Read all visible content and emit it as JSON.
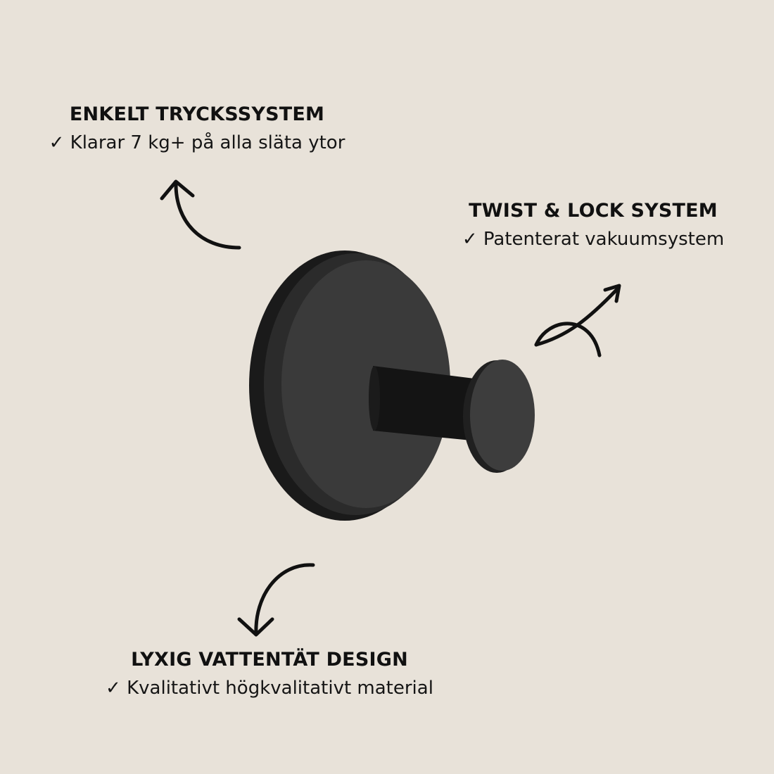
{
  "features": [
    {
      "title": "ENKELT TRYCKSSYSTEM",
      "detail": "✓ Klarar 7 kg+ på alla släta ytor"
    },
    {
      "title": "TWIST & LOCK SYSTEM",
      "detail": "✓ Patenterat vakuumsystem"
    },
    {
      "title": "LYXIG VATTENTÄT DESIGN",
      "detail": "✓ Kvalitativt högkvalitativt material"
    }
  ],
  "colors": {
    "background": "#e8e2d9",
    "product": "#2e2e2e",
    "ink": "#111111"
  }
}
